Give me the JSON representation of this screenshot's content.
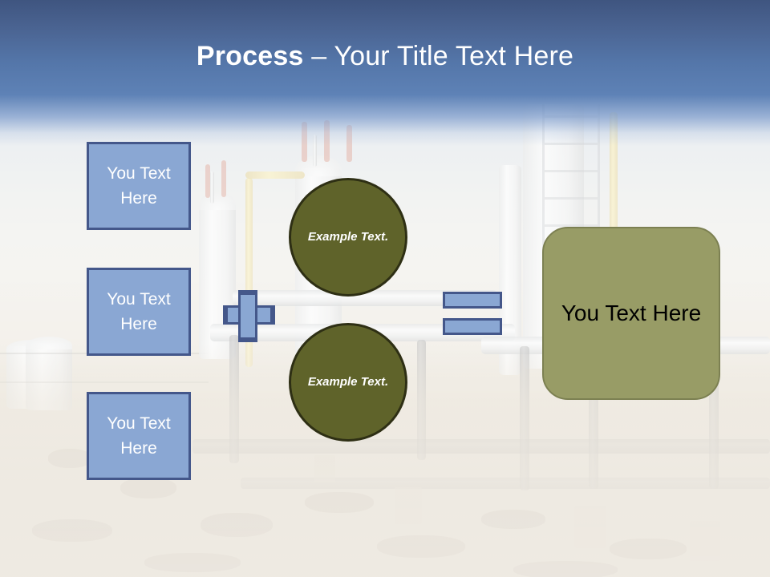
{
  "slide": {
    "title": {
      "strong": "Process",
      "rest": " – Your Title Text Here"
    }
  },
  "inputs": {
    "boxes": [
      {
        "label": "You Text Here"
      },
      {
        "label": "You Text Here"
      },
      {
        "label": "You Text Here"
      }
    ]
  },
  "operators": {
    "plus": "plus-sign",
    "equals": "equals-sign"
  },
  "circles": [
    {
      "label": "Example Text."
    },
    {
      "label": "Example Text."
    }
  ],
  "result": {
    "label": "You Text Here"
  },
  "colors": {
    "title_band_top": "#3f5580",
    "title_band_bottom": "#5e82b6",
    "box_fill": "#8aa7d3",
    "box_border": "#44578a",
    "circle_fill": "#5f632a",
    "circle_border": "#2e2f14",
    "result_fill": "#989c66",
    "result_border": "#7c8052",
    "title_text": "#ffffff",
    "box_text": "#ffffff",
    "circle_text": "#ffffff",
    "result_text": "#000000"
  }
}
